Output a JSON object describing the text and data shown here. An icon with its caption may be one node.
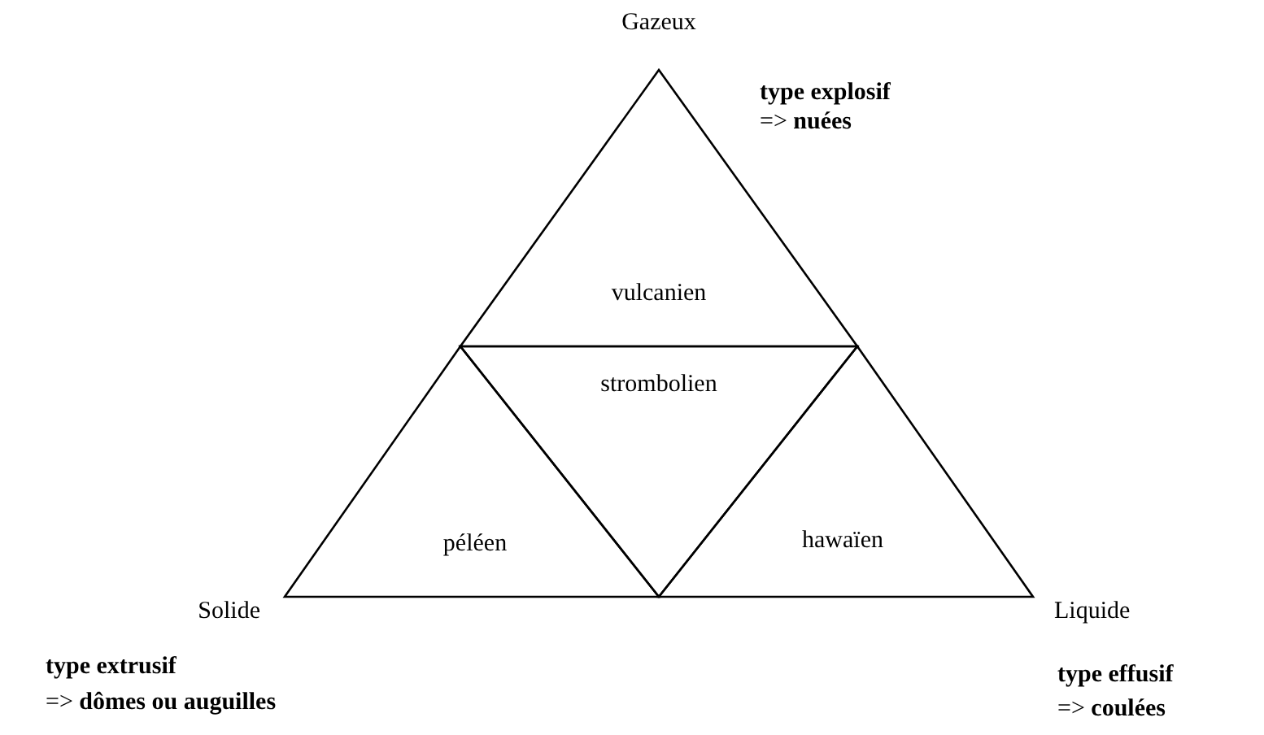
{
  "diagram": {
    "nodes": [
      {
        "text": [
          "vulcanien"
        ]
      },
      {
        "text": [
          "strombolien"
        ]
      },
      {
        "text": [
          "péléen"
        ]
      },
      {
        "text": [
          "hawaïen"
        ]
      }
    ],
    "edges": [],
    "labels": [
      "Gazeux",
      "type explosif",
      "=> **nuées**",
      "Solide",
      "Liquide",
      "type extrusif",
      "=> **dômes ou auguilles**",
      "type effusif",
      "=> **coulées**"
    ]
  }
}
